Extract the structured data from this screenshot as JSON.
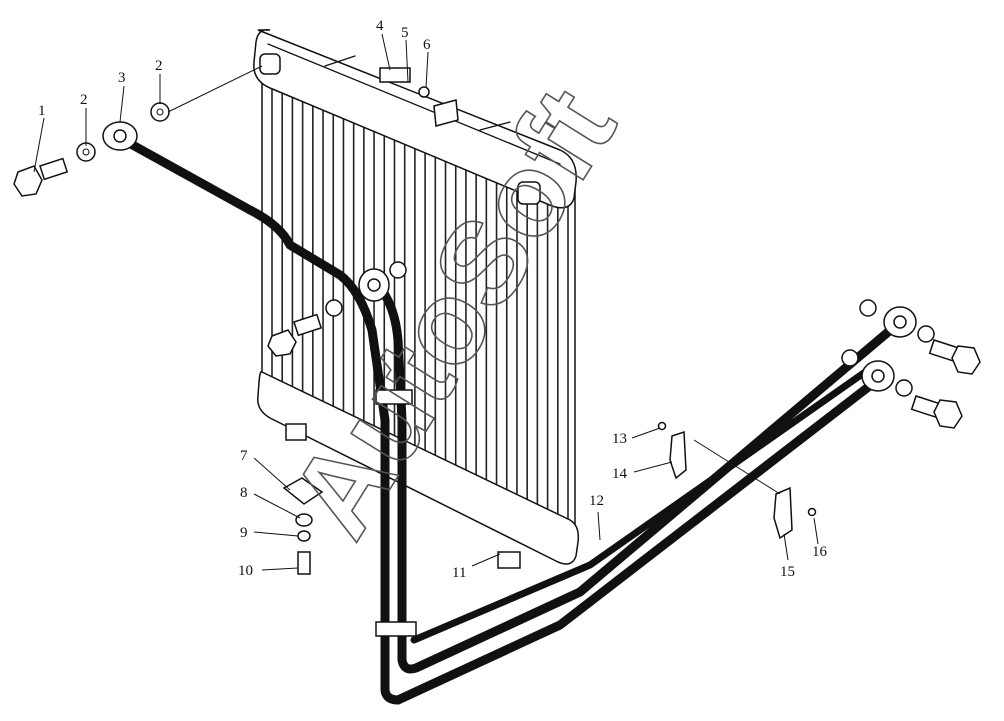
{
  "watermark": "AutoSoft",
  "callouts": [
    "1",
    "2",
    "3",
    "2",
    "4",
    "5",
    "6",
    "7",
    "8",
    "9",
    "10",
    "11",
    "12",
    "13",
    "14",
    "15",
    "16"
  ],
  "colors": {
    "ink": "#111111",
    "background": "#ffffff"
  }
}
